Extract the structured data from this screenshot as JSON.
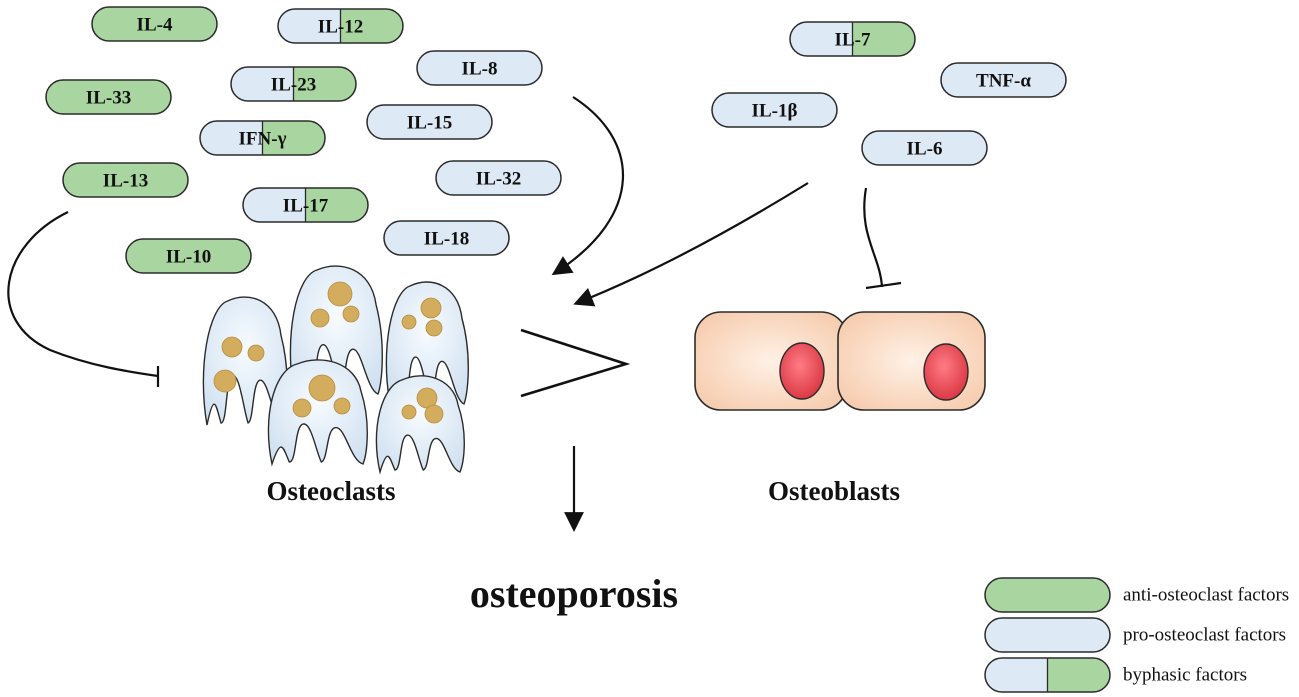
{
  "colors": {
    "anti": "#a9d6a0",
    "pro": "#dde9f5",
    "outline": "#2b2b2b",
    "osteoclast_body": "#e3eef8",
    "nucleus": "#d3ad5d",
    "osteoblast_body": "#f9d7bf",
    "osteoblast_nucleus": "#e8505a"
  },
  "factors": [
    {
      "label": "IL-4",
      "kind": "anti"
    },
    {
      "label": "IL-12",
      "kind": "biphasic"
    },
    {
      "label": "IL-8",
      "kind": "pro"
    },
    {
      "label": "IL-33",
      "kind": "anti"
    },
    {
      "label": "IL-23",
      "kind": "biphasic"
    },
    {
      "label": "IL-15",
      "kind": "pro"
    },
    {
      "label": "IFN-γ",
      "kind": "biphasic"
    },
    {
      "label": "IL-13",
      "kind": "anti"
    },
    {
      "label": "IL-32",
      "kind": "pro"
    },
    {
      "label": "IL-17",
      "kind": "biphasic"
    },
    {
      "label": "IL-18",
      "kind": "pro"
    },
    {
      "label": "IL-10",
      "kind": "anti"
    },
    {
      "label": "IL-7",
      "kind": "biphasic"
    },
    {
      "label": "TNF-α",
      "kind": "pro"
    },
    {
      "label": "IL-1β",
      "kind": "pro"
    },
    {
      "label": "IL-6",
      "kind": "pro"
    }
  ],
  "cells": {
    "osteoclasts": "Osteoclasts",
    "osteoblasts": "Osteoblasts"
  },
  "comparison_symbol": ">",
  "outcome": "osteoporosis",
  "legend": [
    {
      "label": "anti-osteoclast factors",
      "kind": "anti"
    },
    {
      "label": "pro-osteoclast factors",
      "kind": "pro"
    },
    {
      "label": "byphasic factors",
      "kind": "biphasic"
    }
  ]
}
